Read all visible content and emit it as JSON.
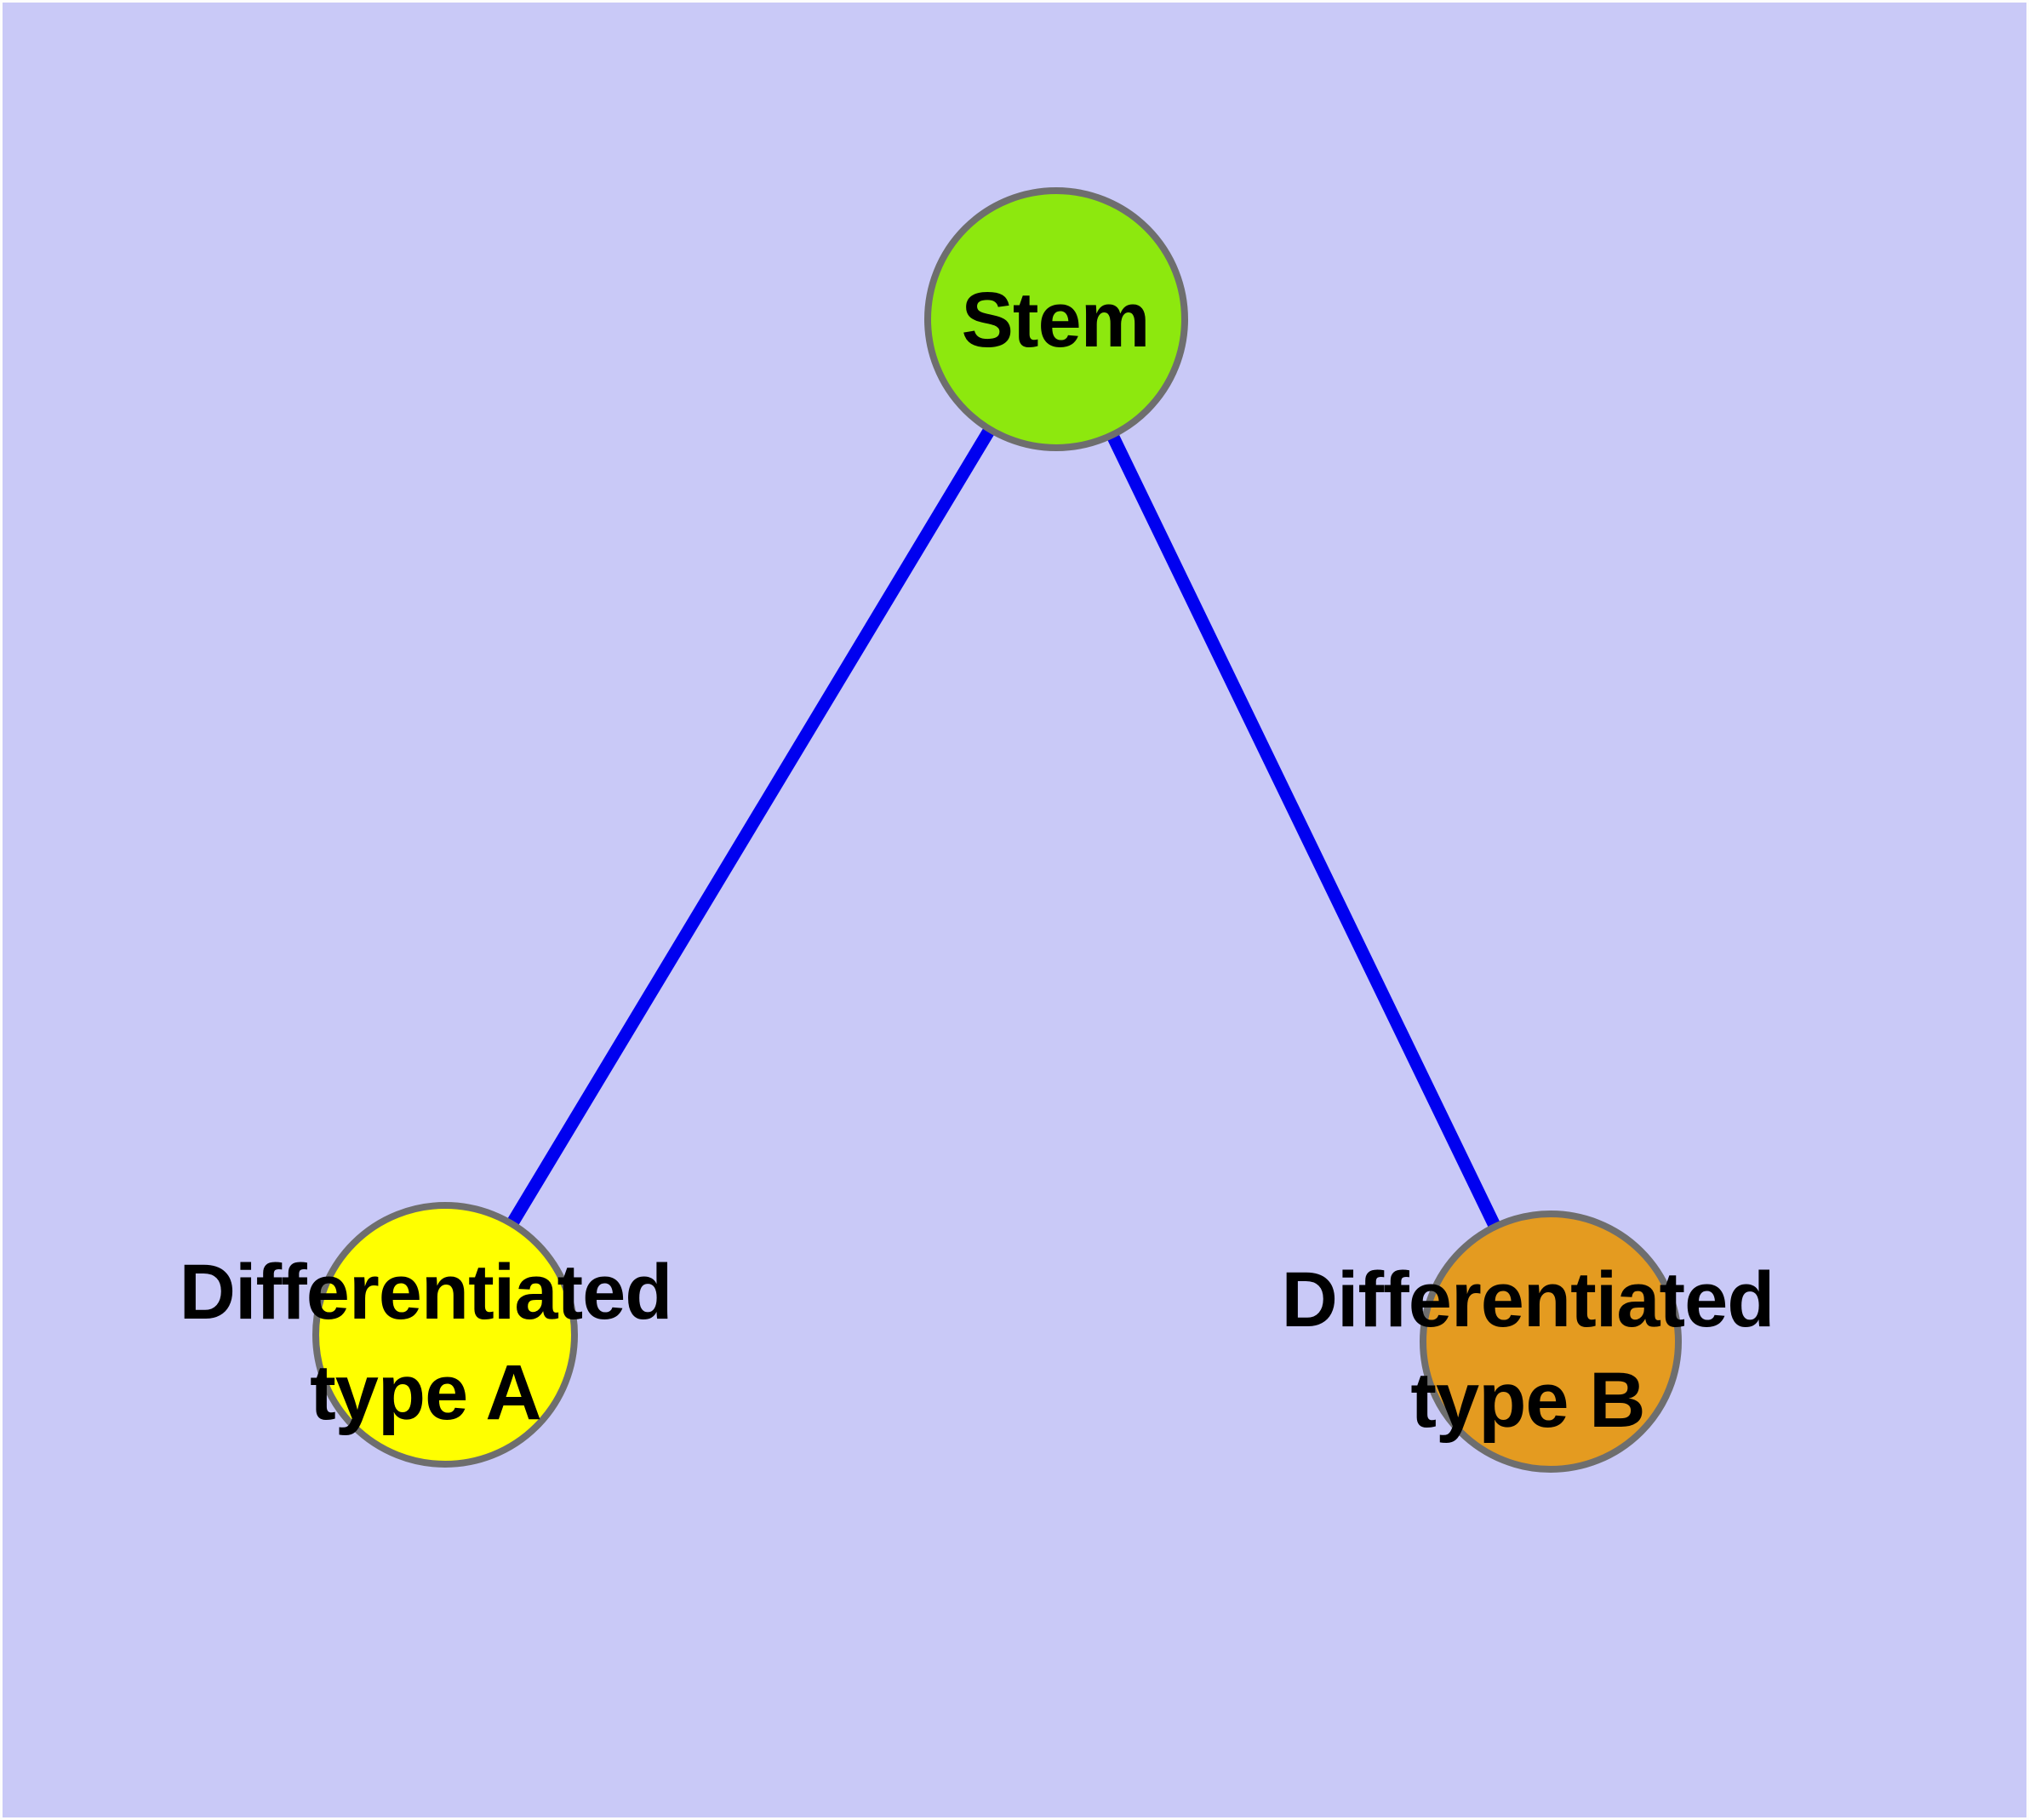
{
  "diagram": {
    "kind": "node-link graph",
    "colors": {
      "background": "#C9C9F7",
      "canvas_border": "#FDFDFD",
      "node_outline": "#6E6E6E",
      "edge_stroke": "#0000F0",
      "label_text": "#000000"
    },
    "nodes": {
      "stem": {
        "label": "Stem",
        "fill": "#8DE80E"
      },
      "type_a": {
        "label": "Differentiated\ntype A",
        "fill": "#FFFF00"
      },
      "type_b": {
        "label": "Differentiated\ntype B",
        "fill": "#E49B20"
      }
    },
    "edges": {
      "stroke_color": "#0000F0",
      "list": [
        {
          "from": "Stem",
          "to": "Differentiated type A"
        },
        {
          "from": "Stem",
          "to": "Differentiated type B"
        }
      ]
    }
  }
}
